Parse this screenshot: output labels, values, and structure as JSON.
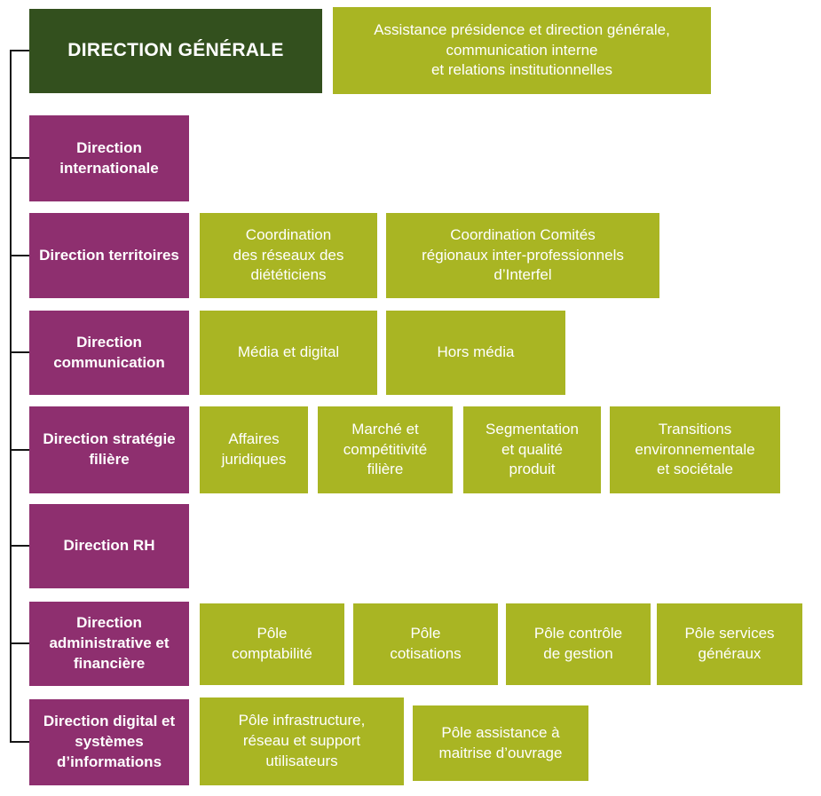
{
  "colors": {
    "dark_green": "#33501E",
    "olive": "#A9B523",
    "purple": "#8E2F6F",
    "line": "#161616"
  },
  "root": {
    "label": "DIRECTION GÉNÉRALE"
  },
  "assistance": {
    "label": "Assistance présidence et direction générale,\ncommunication interne\net relations institutionnelles"
  },
  "rows": [
    {
      "direction": "Direction internationale",
      "children": []
    },
    {
      "direction": "Direction territoires",
      "children": [
        "Coordination\ndes réseaux des\ndiététiciens",
        "Coordination Comités\nrégionaux inter-professionnels\nd’Interfel"
      ]
    },
    {
      "direction": "Direction communication",
      "children": [
        "Média et digital",
        "Hors média"
      ]
    },
    {
      "direction": "Direction stratégie filière",
      "children": [
        "Affaires\njuridiques",
        "Marché et\ncompétitivité\nfilière",
        "Segmentation\net qualité\nproduit",
        "Transitions\nenvironnementale\net sociétale"
      ]
    },
    {
      "direction": "Direction RH",
      "children": []
    },
    {
      "direction": "Direction administrative et financière",
      "children": [
        "Pôle\ncomptabilité",
        "Pôle\ncotisations",
        "Pôle contrôle\nde gestion",
        "Pôle services\ngénéraux"
      ]
    },
    {
      "direction": "Direction digital et systèmes d’informations",
      "children": [
        "Pôle infrastructure,\nréseau et support\nutilisateurs",
        "Pôle assistance à\nmaitrise d’ouvrage"
      ]
    }
  ]
}
